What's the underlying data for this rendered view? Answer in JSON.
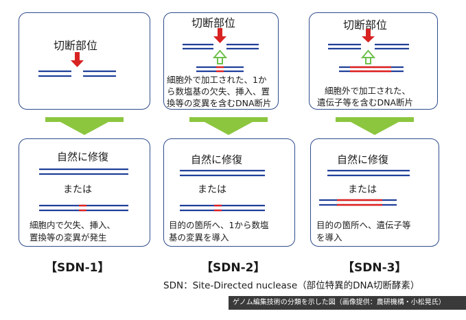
{
  "columns": [
    {
      "cut_label": "切断部位",
      "description": [],
      "repair_label": "自然に修復",
      "or_label": "または",
      "result_text": [
        "細胞内で欠失、挿入、",
        "置換等の変異が発生"
      ],
      "sdn_label": "【SDN-1】"
    },
    {
      "cut_label": "切断部位",
      "description": [
        "細胞外で加工された、1か",
        "ら数塩基の欠失、挿入、置",
        "換等の変異を含むDNA断片"
      ],
      "repair_label": "自然に修復",
      "or_label": "または",
      "result_text": [
        "目的の箇所へ、1から数塩",
        "基の変異を導入"
      ],
      "sdn_label": "【SDN-2】"
    },
    {
      "cut_label": "切断部位",
      "description": [
        "細胞外で加工された、",
        "遺伝子等を含むDNA断片"
      ],
      "repair_label": "自然に修復",
      "or_label": "または",
      "result_text": [
        "目的の箇所へ、遺伝子等",
        "を導入"
      ],
      "sdn_label": "【SDN-3】"
    }
  ],
  "footnote": "SDN：Site-Directed nuclease（部位特異的DNA切断酵素）",
  "credit": "ゲノム編集技術の分類を示した図（画像提供：農研機構・小松晃氏）",
  "colors": {
    "box_border": "#2d4a8c",
    "dna_blue": "#1f3f99",
    "dna_red": "#e02020",
    "cut_arrow": "#d92222",
    "insert_arrow": "#6cc04a",
    "flow_arrow": "#8cc63f"
  }
}
